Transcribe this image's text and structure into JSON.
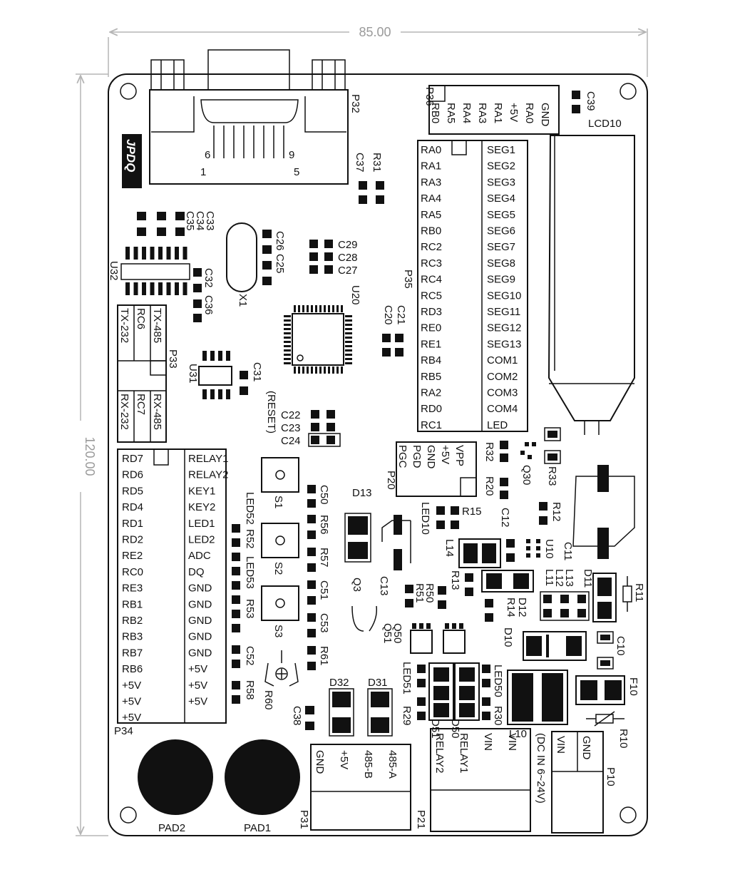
{
  "dims": {
    "width": "85.00",
    "height": "120.00"
  },
  "logo": "JPDQ",
  "p32": {
    "ref": "P32",
    "pin6": "6",
    "pin9": "9",
    "pin1": "1",
    "pin5": "5"
  },
  "p36": {
    "ref": "P36",
    "pins": [
      "RB0",
      "RA5",
      "RA4",
      "RA3",
      "RA1",
      "+5V",
      "RA0",
      "GND"
    ]
  },
  "lcd": {
    "ref": "LCD10"
  },
  "p35": {
    "ref": "P35",
    "left": [
      "RA0",
      "RA1",
      "RA3",
      "RA4",
      "RA5",
      "RB0",
      "RC2",
      "RC3",
      "RC4",
      "RC5",
      "RD3",
      "RE0",
      "RE1",
      "RB4",
      "RB5",
      "RA2",
      "RD0",
      "RC1"
    ],
    "right": [
      "SEG1",
      "SEG2",
      "SEG3",
      "SEG4",
      "SEG5",
      "SEG6",
      "SEG7",
      "SEG8",
      "SEG9",
      "SEG10",
      "SEG11",
      "SEG12",
      "SEG13",
      "COM1",
      "COM2",
      "COM3",
      "COM4",
      "LED"
    ]
  },
  "p33": {
    "ref": "P33",
    "top": [
      "TX-232",
      "RC6",
      "TX-485"
    ],
    "bottom": [
      "RX-232",
      "RC7",
      "RX-485"
    ]
  },
  "p34": {
    "ref": "P34",
    "left": [
      "RD7",
      "RD6",
      "RD5",
      "RD4",
      "RD1",
      "RD2",
      "RE2",
      "RC0",
      "RE3",
      "RB1",
      "RB2",
      "RB3",
      "RB7",
      "RB6",
      "+5V",
      "+5V",
      "+5V"
    ],
    "right": [
      "RELAY1",
      "RELAY2",
      "KEY1",
      "KEY2",
      "LED1",
      "LED2",
      "ADC",
      "DQ",
      "GND",
      "GND",
      "GND",
      "GND",
      "GND",
      "+5V",
      "+5V",
      "+5V"
    ]
  },
  "p20": {
    "ref": "P20",
    "pins": [
      "PGC",
      "PGD",
      "GND",
      "+5V",
      "VPP"
    ]
  },
  "p31": {
    "ref": "P31",
    "pins": [
      "GND",
      "+5V",
      "485-B",
      "485-A"
    ]
  },
  "p21": {
    "ref": "P21",
    "pins": [
      "RELAY2",
      "RELAY1",
      "VIN",
      "VIN"
    ],
    "note": "(DC IN 6~24V)"
  },
  "p10": {
    "ref": "P10",
    "pins": [
      "VIN",
      "GND"
    ]
  },
  "pads": {
    "pad1": "PAD1",
    "pad2": "PAD2"
  },
  "refs": {
    "u32": "U32",
    "u31": "U31",
    "u20": "U20",
    "u10": "U10",
    "x1": "X1",
    "reset": "(RESET)",
    "s1": "S1",
    "s2": "S2",
    "s3": "S3",
    "q3": "Q3",
    "q30": "Q30",
    "q50": "Q50",
    "q51": "Q51",
    "d10": "D10",
    "d11": "D11",
    "d12": "D12",
    "d13": "D13",
    "d31": "D31",
    "d32": "D32",
    "d50": "D50",
    "d51": "D51",
    "l10": "L10",
    "l11": "L11",
    "l12": "L12",
    "l13": "L13",
    "l14": "L14",
    "f10": "F10",
    "r10": "R10",
    "r11": "R11",
    "r12": "R12",
    "r13": "R13",
    "r14": "R14",
    "r15": "R15",
    "r20": "R20",
    "r29": "R29",
    "r30": "R30",
    "r31": "R31",
    "r32": "R32",
    "r33": "R33",
    "r50": "R50",
    "r51": "R51",
    "r52": "R52",
    "r53": "R53",
    "r56": "R56",
    "r57": "R57",
    "r58": "R58",
    "r60": "R60",
    "r61": "R61",
    "c10": "C10",
    "c11": "C11",
    "c12": "C12",
    "c13": "C13",
    "c20": "C20",
    "c21": "C21",
    "c22": "C22",
    "c23": "C23",
    "c24": "C24",
    "c25": "C25",
    "c26": "C26",
    "c27": "C27",
    "c28": "C28",
    "c29": "C29",
    "c31": "C31",
    "c32": "C32",
    "c33": "C33",
    "c34": "C34",
    "c35": "C35",
    "c36": "C36",
    "c37": "C37",
    "c38": "C38",
    "c39": "C39",
    "c50": "C50",
    "c51": "C51",
    "c52": "C52",
    "c53": "C53",
    "led10": "LED10",
    "led50": "LED50",
    "led51": "LED51",
    "led52": "LED52",
    "led53": "LED53"
  }
}
